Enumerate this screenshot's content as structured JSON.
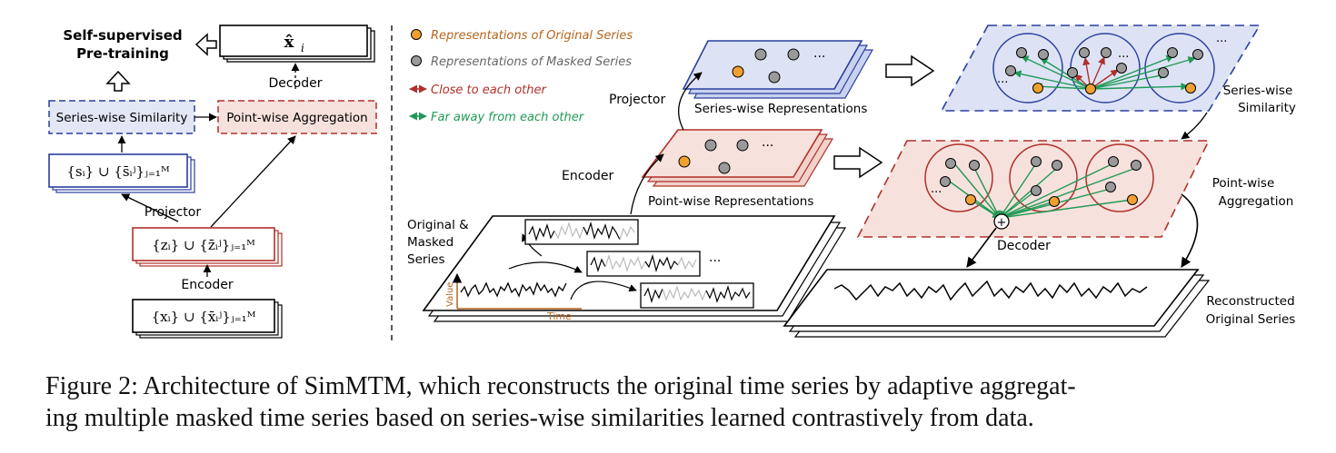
{
  "left_panel": {
    "pretraining_label_line1": "Self-supervised",
    "pretraining_label_line2": "Pre-training",
    "output_label": "x̂",
    "output_sub": "i",
    "decoder_label": "Decoder",
    "series_similarity_box": "Series-wise Similarity",
    "pointwise_aggregation_box": "Point-wise Aggregation",
    "s_set": "{sᵢ} ∪ {s̄ᵢʲ}ⱼ₌₁ᴹ",
    "projector_label": "Projector",
    "z_set": "{zᵢ} ∪ {z̄ᵢʲ}ⱼ₌₁ᴹ",
    "encoder_label": "Encoder",
    "x_set": "{xᵢ} ∪ {x̄ᵢʲ}ⱼ₌₁ᴹ"
  },
  "legend": {
    "original": "Representations of Original Series",
    "masked": "Representations of Masked Series",
    "close": "Close to each other",
    "far": "Far away from each other"
  },
  "right_panel": {
    "projector_label": "Projector",
    "series_repr_label": "Series-wise Representations",
    "encoder_label": "Encoder",
    "point_repr_label": "Point-wise Representations",
    "input_label_line1": "Original &",
    "input_label_line2": "Masked",
    "input_label_line3": "Series",
    "value_axis": "Value",
    "time_axis": "Time",
    "ellipsis": "···",
    "series_similarity_line1": "Series-wise",
    "series_similarity_line2": "Similarity",
    "pointwise_agg_line1": "Point-wise",
    "pointwise_agg_line2": "Aggregation",
    "decoder_label": "Decoder",
    "plus": "+",
    "reconstructed_line1": "Reconstructed",
    "reconstructed_line2": "Original Series"
  },
  "colors": {
    "orange": "#f0a030",
    "gray_dot": "#9a9a9a",
    "blue": "#2b3f9e",
    "blue_fill": "#dde3f5",
    "red": "#b0302a",
    "red_fill": "#f7e1dc",
    "green": "#1f9a55",
    "legend_orange_text": "#b5651d",
    "legend_gray_text": "#666666",
    "legend_red_text": "#b0302a",
    "legend_green_text": "#1f9a55"
  },
  "caption": {
    "line1": "Figure 2: Architecture of SimMTM, which reconstructs the original time series by adaptive aggregat-",
    "line2": "ing multiple masked time series based on series-wise similarities learned contrastively from data."
  }
}
